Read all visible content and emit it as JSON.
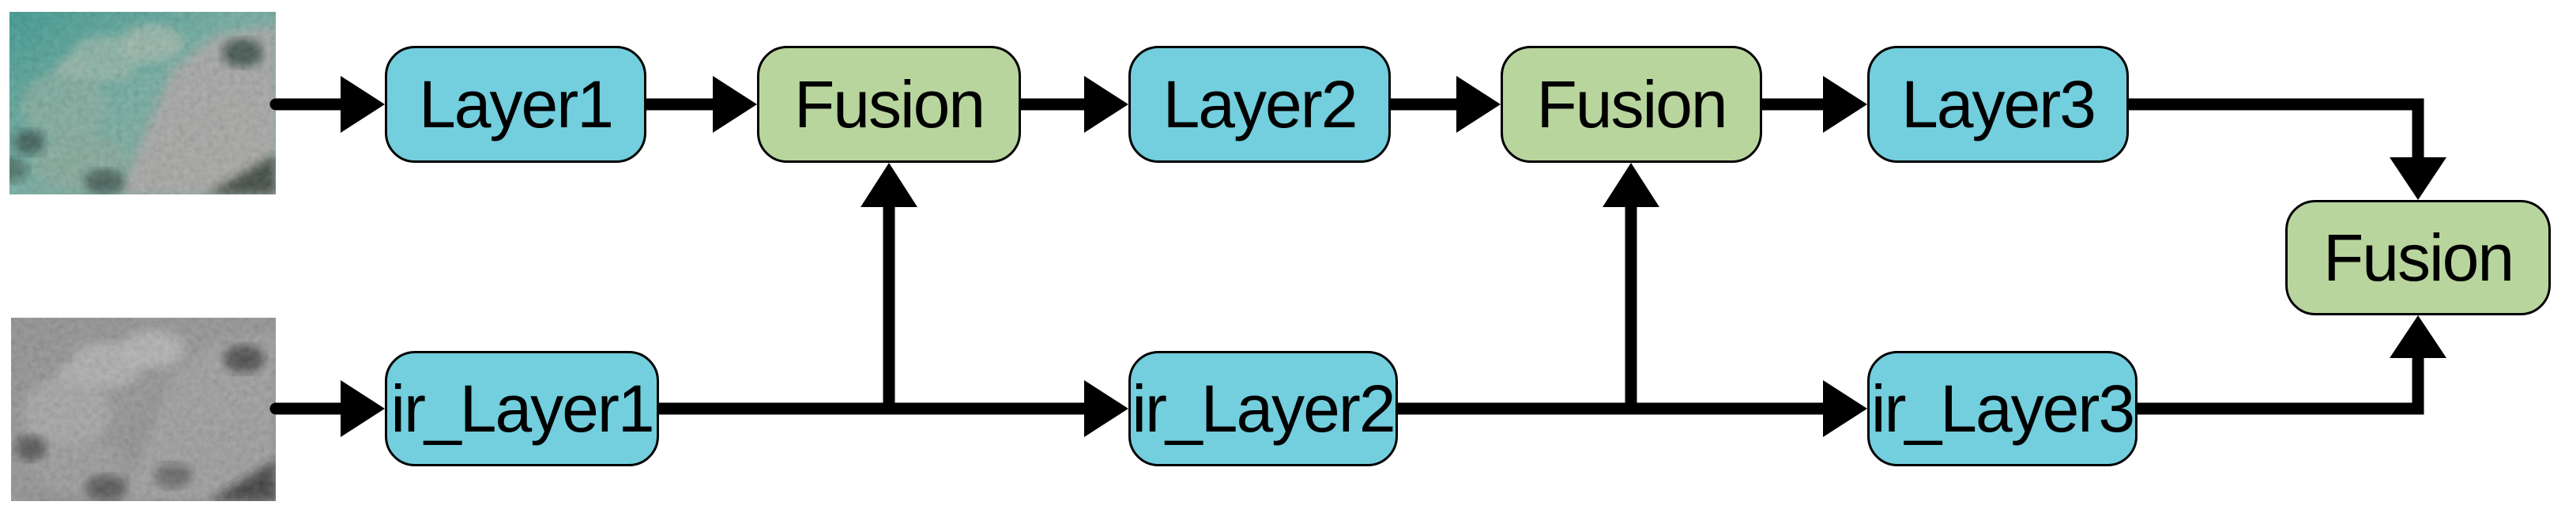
{
  "diagram_type": "two-stream layer-wise fusion network",
  "colors": {
    "layer_box_fill": "#73cedd",
    "fusion_box_fill": "#b9d59e",
    "outline": "#000000",
    "arrow": "#000000",
    "page_background": "#ffffff"
  },
  "inputs": [
    {
      "id": "rgb_image",
      "description": "underwater color photo of rocks (teal/green)"
    },
    {
      "id": "ir_image",
      "description": "same underwater photo in grayscale (ir)"
    }
  ],
  "nodes": [
    {
      "id": "layer1",
      "label": "Layer1",
      "type": "layer",
      "row": "top"
    },
    {
      "id": "fusion1",
      "label": "Fusion",
      "type": "fusion",
      "row": "top"
    },
    {
      "id": "layer2",
      "label": "Layer2",
      "type": "layer",
      "row": "top"
    },
    {
      "id": "fusion2",
      "label": "Fusion",
      "type": "fusion",
      "row": "top"
    },
    {
      "id": "layer3",
      "label": "Layer3",
      "type": "layer",
      "row": "top"
    },
    {
      "id": "ir_layer1",
      "label": "ir_Layer1",
      "type": "layer",
      "row": "bottom"
    },
    {
      "id": "ir_layer2",
      "label": "ir_Layer2",
      "type": "layer",
      "row": "bottom"
    },
    {
      "id": "ir_layer3",
      "label": "ir_Layer3",
      "type": "layer",
      "row": "bottom"
    },
    {
      "id": "fusion3",
      "label": "Fusion",
      "type": "fusion",
      "row": "middle-right"
    }
  ],
  "edges": [
    {
      "from": "rgb_image",
      "to": "layer1"
    },
    {
      "from": "layer1",
      "to": "fusion1"
    },
    {
      "from": "fusion1",
      "to": "layer2"
    },
    {
      "from": "layer2",
      "to": "fusion2"
    },
    {
      "from": "fusion2",
      "to": "layer3"
    },
    {
      "from": "layer3",
      "to": "fusion3"
    },
    {
      "from": "ir_image",
      "to": "ir_layer1"
    },
    {
      "from": "ir_layer1",
      "to": "fusion1"
    },
    {
      "from": "ir_layer1",
      "to": "ir_layer2"
    },
    {
      "from": "ir_layer2",
      "to": "fusion2"
    },
    {
      "from": "ir_layer2",
      "to": "ir_layer3"
    },
    {
      "from": "ir_layer3",
      "to": "fusion3"
    }
  ]
}
